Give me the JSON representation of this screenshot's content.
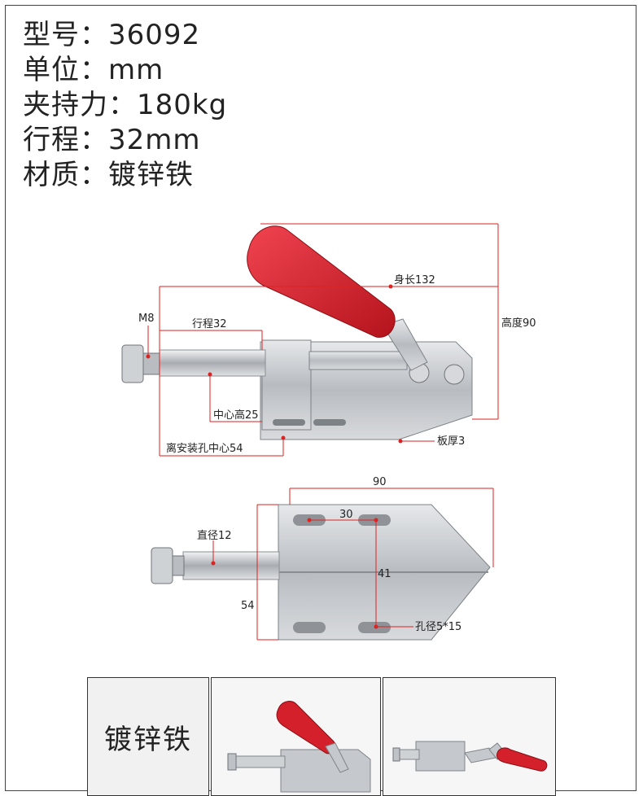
{
  "specs": [
    {
      "label": "型号：",
      "value": "36092"
    },
    {
      "label": "单位：",
      "value": "mm"
    },
    {
      "label": "夹持力：",
      "value": "180kg"
    },
    {
      "label": "行程：",
      "value": "32mm"
    },
    {
      "label": "材质：",
      "value": "镀锌铁"
    }
  ],
  "side_view": {
    "body_length": "身长132",
    "height": "高度90",
    "thread": "M8",
    "stroke": "行程32",
    "center_height": "中心高25",
    "mount_hole_offset": "离安装孔中心54",
    "plate_thickness": "板厚3"
  },
  "top_view": {
    "width": "90",
    "hole_spacing_x": "30",
    "diameter": "直径12",
    "hole_spacing_y": "41",
    "base_height": "54",
    "hole_size": "孔径5*15"
  },
  "thumbnails": {
    "material_label": "镀锌铁"
  },
  "colors": {
    "accent": "#dd2222",
    "handle": "#d4202a",
    "metal": "#c9ccd0"
  }
}
